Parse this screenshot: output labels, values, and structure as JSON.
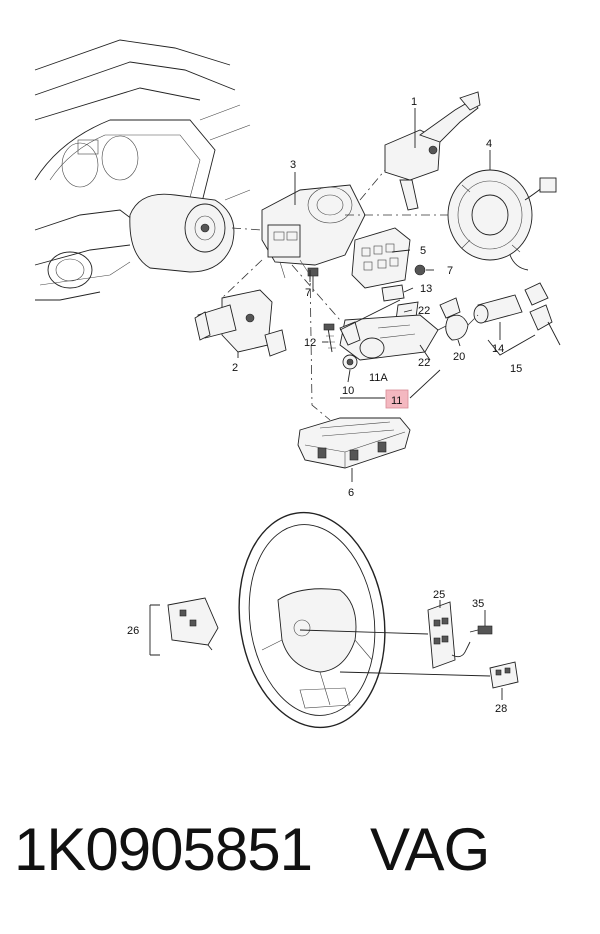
{
  "callouts": {
    "c1": "1",
    "c2": "2",
    "c3": "3",
    "c4": "4",
    "c5": "5",
    "c6": "6",
    "c7a": "7",
    "c7b": "7",
    "c10": "10",
    "c11": "11",
    "c11a": "11A",
    "c12": "12",
    "c13": "13",
    "c14": "14",
    "c15": "15",
    "c20": "20",
    "c22a": "22",
    "c22b": "22",
    "c25": "25",
    "c26": "26",
    "c28": "28",
    "c35": "35"
  },
  "caption": {
    "part_number": "1K0905851",
    "brand": "VAG"
  },
  "highlight_color": "#f4b8c0"
}
